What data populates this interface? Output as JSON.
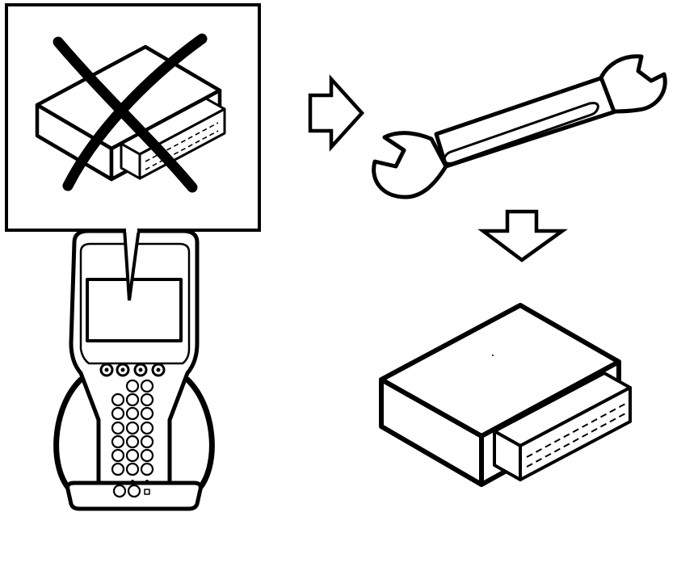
{
  "diagram": {
    "steps": [
      {
        "id": "faulty-module",
        "icon": "module-crossed-out"
      },
      {
        "id": "replace",
        "icon": "wrench-icon"
      },
      {
        "id": "new-module",
        "icon": "module-icon"
      }
    ],
    "tool": {
      "icon": "scan-tool-icon"
    },
    "arrows": [
      {
        "icon": "arrow-right-icon",
        "from": "faulty-module",
        "to": "replace"
      },
      {
        "icon": "arrow-down-icon",
        "from": "replace",
        "to": "new-module"
      }
    ],
    "colors": {
      "line": "#000000",
      "fill": "#ffffff"
    }
  }
}
